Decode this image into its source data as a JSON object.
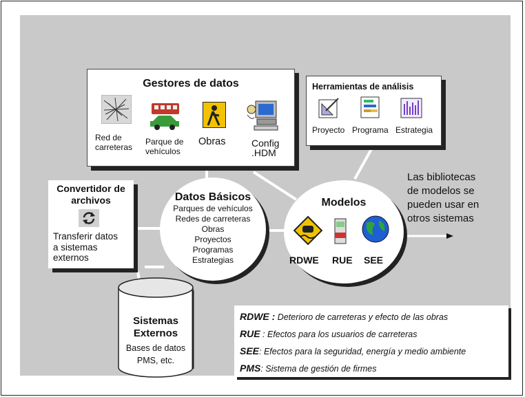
{
  "gestores": {
    "title": "Gestores de datos",
    "items": [
      "Red de\ncarreteras",
      "Parque de\nvehículos",
      "Obras",
      "Config\n.HDM"
    ]
  },
  "herramientas": {
    "title": "Herramientas de análisis",
    "items": [
      "Proyecto",
      "Programa",
      "Estrategia"
    ]
  },
  "convertidor": {
    "title": "Convertidor de\narchivos",
    "text": "Transferir datos\na sistemas\nexternos"
  },
  "datos_basicos": {
    "title": "Datos Básicos",
    "items": [
      "Parques de vehículos",
      "Redes de carreteras",
      "Obras",
      "Proyectos",
      "Programas",
      "Estrategias"
    ]
  },
  "modelos": {
    "title": "Modelos",
    "items": [
      "RDWE",
      "RUE",
      "SEE"
    ]
  },
  "note": "Las bibliotecas\nde modelos se\npueden usar en\notros sistemas",
  "sistemas": {
    "title": "Sistemas\nExternos",
    "text": "Bases de datos\nPMS, etc."
  },
  "legend": [
    {
      "abbr": "RDWE :",
      "desc": " Deterioro de carreteras y efecto de las obras"
    },
    {
      "abbr": "RUE",
      "desc": " : Efectos para los usuarios de carreteras"
    },
    {
      "abbr": "SEE",
      "desc": ": Efectos para la seguridad, energía y medio ambiente"
    },
    {
      "abbr": "PMS",
      "desc": ": Sistema de gestión de firmes"
    }
  ]
}
